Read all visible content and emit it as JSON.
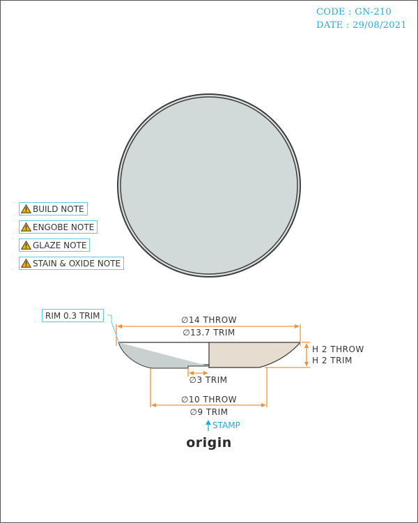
{
  "header": {
    "code": "CODE : GN-210",
    "date": "DATE : 29/08/2021"
  },
  "notes": [
    {
      "label": "BUILD NOTE",
      "icon": "warning-icon"
    },
    {
      "label": "ENGOBE NOTE",
      "icon": "warning-icon"
    },
    {
      "label": "GLAZE NOTE",
      "icon": "warning-icon"
    },
    {
      "label": "STAIN & OXIDE NOTE",
      "icon": "warning-icon"
    }
  ],
  "dimensions": {
    "rim": "RIM 0.3 TRIM",
    "top_throw": "∅14 THROW",
    "top_trim": "∅13.7 TRIM",
    "height_throw": "H 2 THROW",
    "height_trim": "H 2 TRIM",
    "foot_trim": "∅3 TRIM",
    "base_throw": "∅10 THROW",
    "base_trim": "∅9 TRIM"
  },
  "stamp": {
    "label": "STAMP",
    "logo": "origin"
  },
  "colors": {
    "code_text": "#29a8d6",
    "dimension_lines": "#f0913a",
    "callout_border": "#5fc8e6",
    "plate_fill": "#d4dcdb",
    "clay_section": "#e6ddd0",
    "warning_fill": "#f3b400"
  }
}
